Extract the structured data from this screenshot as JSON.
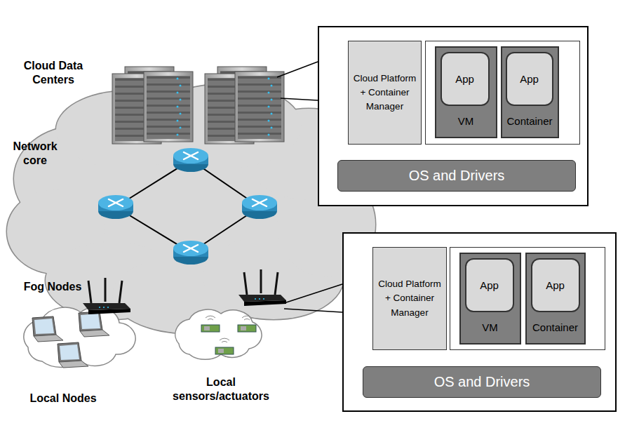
{
  "diagram": {
    "nodes": [
      {
        "text": []
      },
      {
        "text": [
          "Cloud Platform + Container Manager"
        ],
        "in": 0
      },
      {
        "text": [],
        "in": 0
      },
      {
        "text": [
          "VM"
        ],
        "in": 2
      },
      {
        "text": [
          "App"
        ],
        "in": 3
      },
      {
        "text": [
          "Container"
        ],
        "in": 2
      },
      {
        "text": [
          "App"
        ],
        "in": 5
      },
      {
        "text": [
          "OS and Drivers"
        ],
        "in": 0
      },
      {
        "text": []
      },
      {
        "text": [
          "Cloud Platform + Container Manager"
        ],
        "in": 8
      },
      {
        "text": [],
        "in": 8
      },
      {
        "text": [
          "VM"
        ],
        "in": 10
      },
      {
        "text": [
          "App"
        ],
        "in": 11
      },
      {
        "text": [
          "Container"
        ],
        "in": 10
      },
      {
        "text": [
          "App"
        ],
        "in": 13
      },
      {
        "text": [
          "OS and Drivers"
        ],
        "in": 8
      }
    ],
    "labels": [
      "Cloud Data Centers",
      "Network core",
      "Fog Nodes",
      "Local Nodes",
      "Local sensors/actuators"
    ]
  }
}
